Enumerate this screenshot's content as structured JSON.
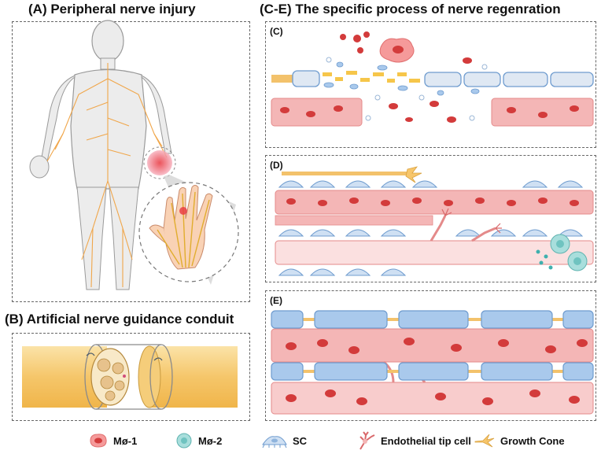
{
  "panels": {
    "a_title": "(A) Peripheral nerve injury",
    "b_title": "(B) Artificial nerve guidance conduit",
    "ce_title": "(C-E) The specific process of nerve regenration",
    "c_label": "(C)",
    "d_label": "(D)",
    "e_label": "(E)"
  },
  "legend": [
    {
      "label": "Mø-1",
      "icon": "m1-macrophage-icon"
    },
    {
      "label": "Mø-2",
      "icon": "m2-macrophage-icon"
    },
    {
      "label": "SC",
      "icon": "schwann-cell-icon"
    },
    {
      "label": "Endothelial tip cell",
      "icon": "endothelial-tip-cell-icon"
    },
    {
      "label": "Growth Cone",
      "icon": "growth-cone-icon"
    }
  ],
  "colors": {
    "nerve": "#f3c26b",
    "vessel": "#f4b6b6",
    "vessel_edge": "#e48a8a",
    "rbc": "#d33b3b",
    "schwann": "#a9c9ec",
    "schwann_edge": "#6f9ccf",
    "m1": "#f59a9a",
    "m2": "#a8dedc"
  }
}
